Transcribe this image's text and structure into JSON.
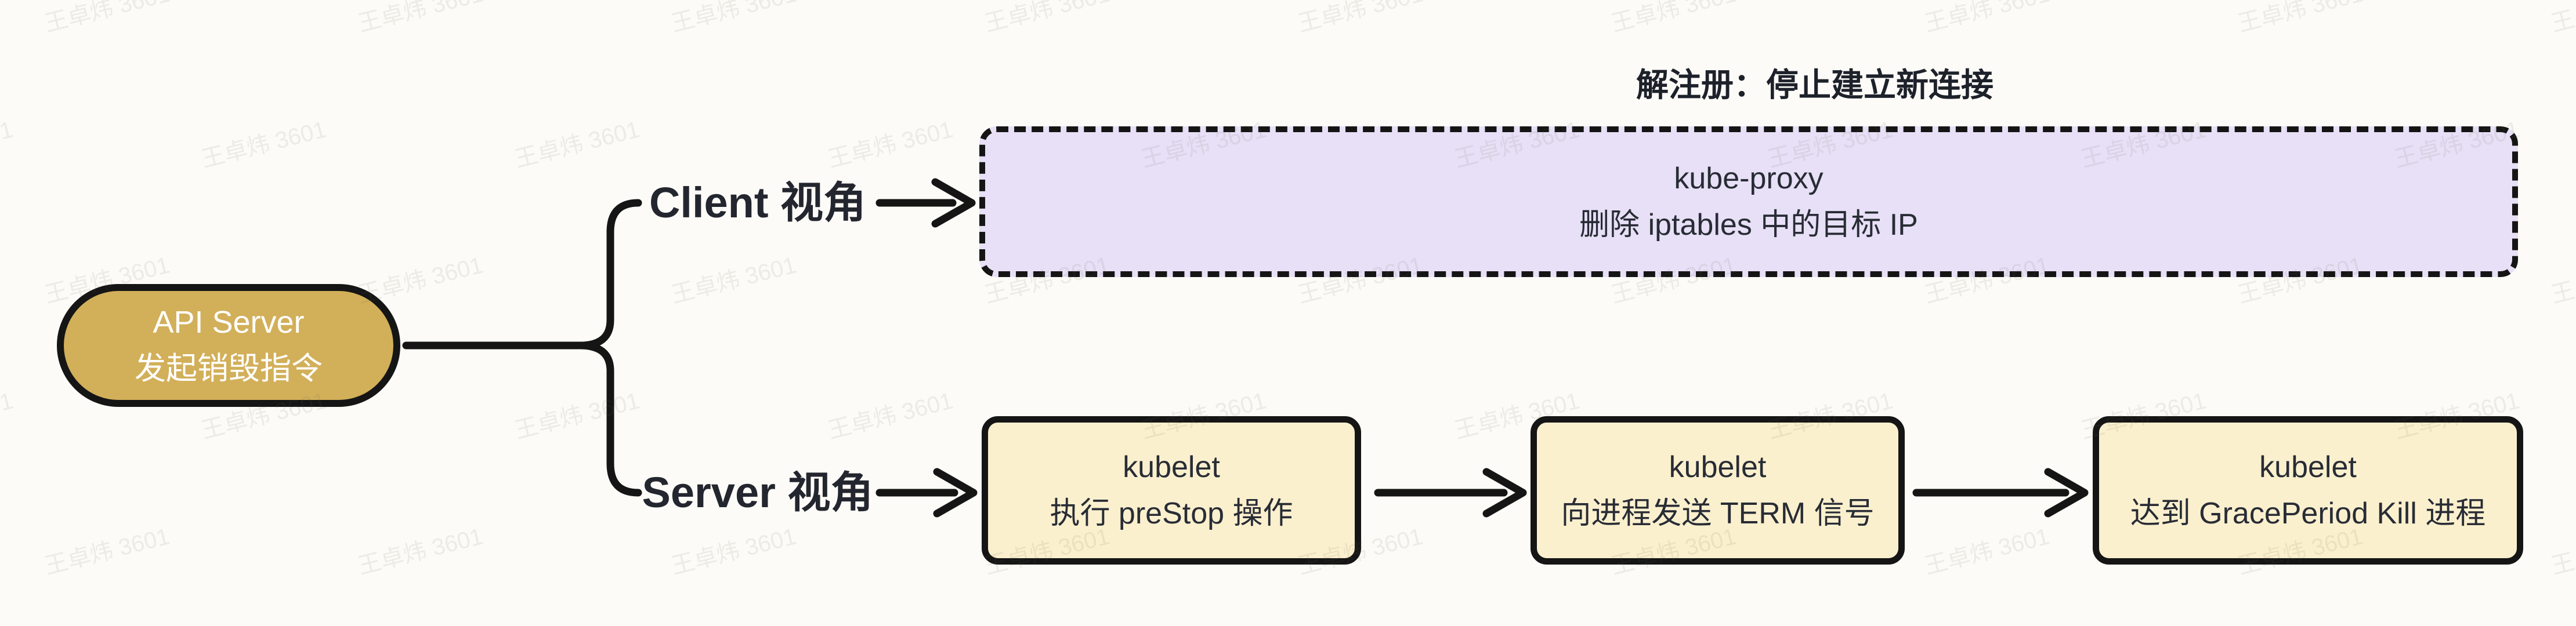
{
  "diagram": {
    "root": {
      "line1": "API Server",
      "line2": "发起销毁指令"
    },
    "branches": {
      "client": {
        "label": "Client 视角",
        "annotation": "解注册：停止建立新连接",
        "node": {
          "line1": "kube-proxy",
          "line2": "删除 iptables 中的目标 IP"
        }
      },
      "server": {
        "label": "Server 视角",
        "steps": [
          {
            "line1": "kubelet",
            "line2": "执行 preStop 操作"
          },
          {
            "line1": "kubelet",
            "line2": "向进程发送 TERM 信号"
          },
          {
            "line1": "kubelet",
            "line2": "达到 GracePeriod Kill 进程"
          }
        ]
      }
    },
    "watermark": {
      "text": "王卓炜 3601"
    },
    "colors": {
      "background": "#FCFBF7",
      "root_fill": "#D2AF59",
      "client_fill": "#E7E0F6",
      "server_fill": "#FBF0CE",
      "line": "#151515",
      "text_dark": "#23262E",
      "root_text": "#FFFFFF"
    }
  }
}
